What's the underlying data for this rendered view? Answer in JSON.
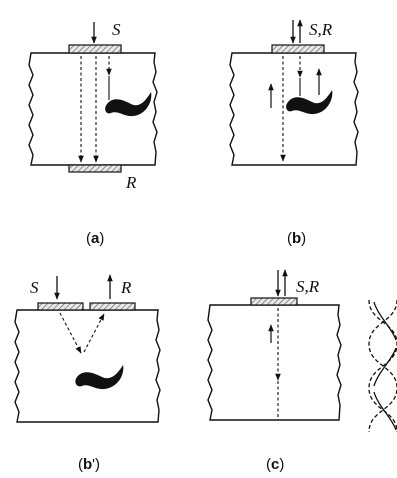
{
  "panels": {
    "a": {
      "caption_open": "(",
      "caption_letter": "a",
      "caption_close": ")",
      "source_label": "S",
      "receiver_label": "R"
    },
    "b": {
      "caption_open": "(",
      "caption_letter": "b",
      "caption_close": ")",
      "transceiver_label": "S,R"
    },
    "b_prime": {
      "caption_open": "(",
      "caption_letter": "b",
      "caption_close": "')",
      "source_label": "S",
      "receiver_label": "R"
    },
    "c": {
      "caption_open": "(",
      "caption_letter": "c",
      "caption_close": ")",
      "transceiver_label": "S,R"
    }
  },
  "colors": {
    "ink": "#111111",
    "transducer_fill": "#e8e8e8"
  }
}
